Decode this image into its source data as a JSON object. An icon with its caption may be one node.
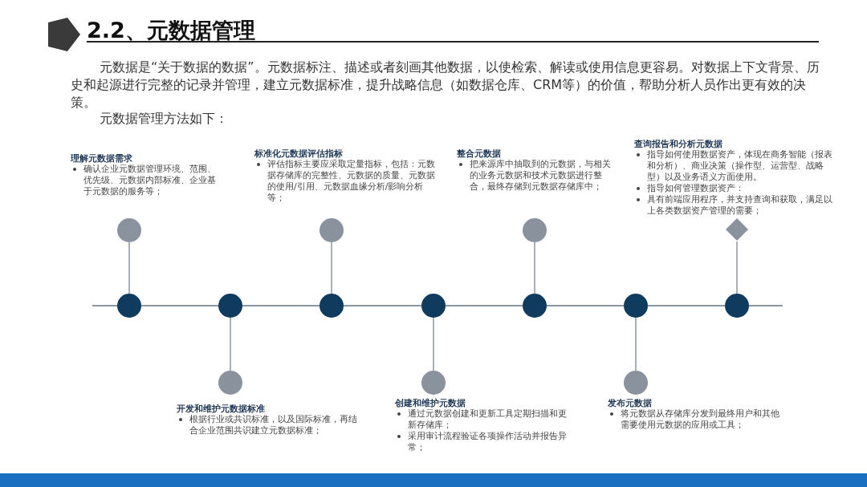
{
  "diagram": {
    "title": "2.2、元数据管理",
    "nodes": [
      {
        "text": [],
        "shape": "circle"
      },
      {
        "text": [],
        "shape": "circle"
      },
      {
        "text": [],
        "shape": "circle"
      },
      {
        "text": [],
        "shape": "circle"
      },
      {
        "text": [],
        "shape": "circle"
      },
      {
        "text": [],
        "shape": "circle"
      },
      {
        "text": [],
        "shape": "circle"
      },
      {
        "text": [],
        "shape": "circle",
        "beside": [
          "理解元数据需求",
          "确认企业元数据管理环境、范围、优先级、元数据内部标准、企业基于元数据的服务等；"
        ]
      },
      {
        "text": [],
        "shape": "circle",
        "beside": [
          "开发和维护元数据标准",
          "根据行业或共识标准，以及国际标准，再结合企业范围共识建立元数据标准；"
        ]
      },
      {
        "text": [],
        "shape": "circle",
        "beside": [
          "标准化元数据评估指标",
          "评估指标主要应采取定量指标，包括：元数据存储库的完整性、元数据的质量、元数据的使用/引用、元数据血缘分析/影响分析等；"
        ]
      },
      {
        "text": [],
        "shape": "circle",
        "beside": [
          "创建和维护元数据",
          "通过元数据创建和更新工具定期扫描和更新存储库；",
          "采用审计流程验证各项操作活动并报告异常；"
        ]
      },
      {
        "text": [],
        "shape": "circle",
        "beside": [
          "整合元数据",
          "把来源库中抽取到的元数据，与相关的业务元数据和技术元数据进行整合，最终存储到元数据存储库中；"
        ]
      },
      {
        "text": [],
        "shape": "circle",
        "beside": [
          "发布元数据",
          "将元数据从存储库分发到最终用户和其他需要使用元数据的应用或工具；"
        ]
      },
      {
        "text": [],
        "shape": "diamond",
        "beside": [
          "查询报告和分析元数据",
          "指导如何使用数据资产，体现在商务智能（报表和分析）、商业决策（操作型、运营型、战略型）以及业务语义方面使用。",
          "指导如何管理数据资产：",
          "具有前端应用程序，并支持查询和获取，满足以上各类数据资产管理的需要；"
        ]
      }
    ],
    "edges": [
      {
        "from": 0,
        "to": 1,
        "arrow": "none"
      },
      {
        "from": 1,
        "to": 2,
        "arrow": "none"
      },
      {
        "from": 2,
        "to": 3,
        "arrow": "none"
      },
      {
        "from": 3,
        "to": 4,
        "arrow": "none"
      },
      {
        "from": 4,
        "to": 5,
        "arrow": "none"
      },
      {
        "from": 5,
        "to": 6,
        "arrow": "none"
      },
      {
        "from": 0,
        "to": 7,
        "arrow": "none"
      },
      {
        "from": 1,
        "to": 8,
        "arrow": "none"
      },
      {
        "from": 2,
        "to": 9,
        "arrow": "none"
      },
      {
        "from": 3,
        "to": 10,
        "arrow": "none"
      },
      {
        "from": 4,
        "to": 11,
        "arrow": "none"
      },
      {
        "from": 5,
        "to": 12,
        "arrow": "none"
      },
      {
        "from": 6,
        "to": 13,
        "arrow": "none"
      }
    ],
    "labels": [
      "元数据是“关于数据的数据”。元数据标注、描述或者刻画其他数据，以使检索、解读或使用信息更容易。对数据上下文背景、历史和起源进行完整的记录并管理，建立元数据标准，提升战略信息（如数据仓库、CRM等）的价值，帮助分析人员作出更有效的决策。",
      "元数据管理方法如下："
    ]
  }
}
